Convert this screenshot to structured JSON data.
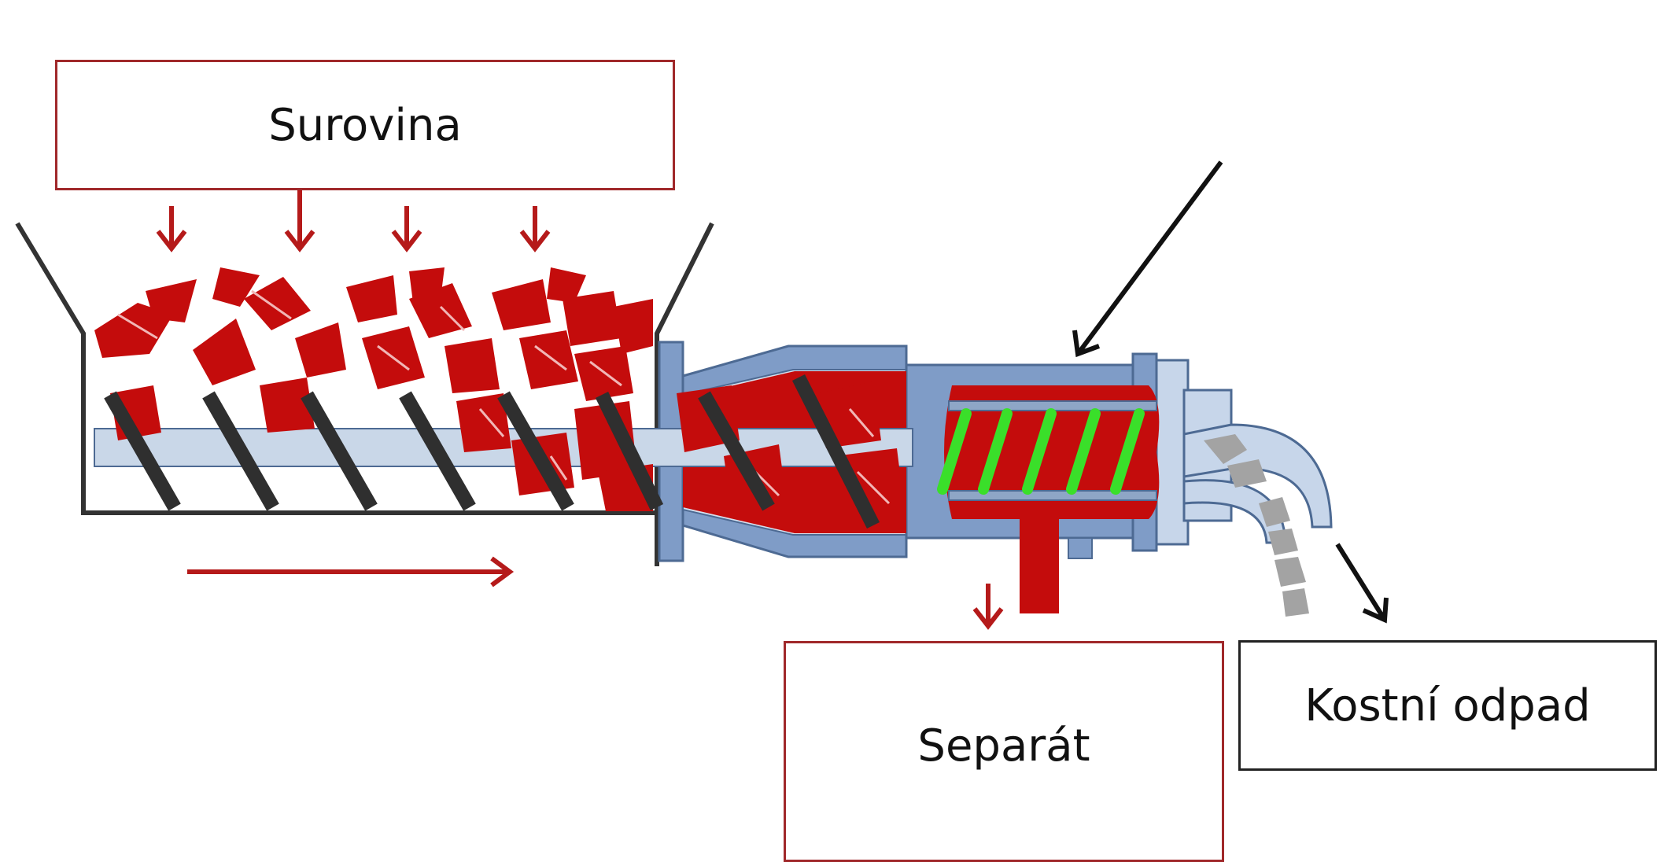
{
  "labels": {
    "raw_material": "Surovina",
    "separate": "Separát",
    "bone_waste": "Kostní odpad"
  },
  "colors": {
    "meat": "#c40c0c",
    "meat_dark": "#9e0a0a",
    "frame_outline": "#a0282a",
    "housing": "#7f9cc7",
    "housing_light": "#c7d6ea",
    "housing_edge": "#4d6a93",
    "auger": "#2f2f2f",
    "shaft": "#c9d7e8",
    "screen": "#3adf2a",
    "bone": "#a3a3a3",
    "pointer": "#111111"
  },
  "icons": [
    "feed-arrow-icon",
    "flow-direction-arrow-icon",
    "output-arrow-icon",
    "pointer-arrow-icon"
  ]
}
